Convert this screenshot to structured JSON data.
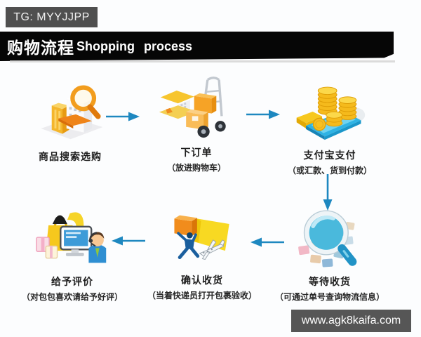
{
  "colors": {
    "page_bg": "#fcfdfe",
    "tg_banner_bg": "#4f4f4f",
    "title_bar_bg": "#060606",
    "site_banner_bg": "#565656",
    "arrow_color": "#1e88c0",
    "label_color": "#1d1d1d",
    "icon_orange": "#f0861c",
    "icon_gold": "#f5b91c",
    "icon_blue": "#2fb3e4"
  },
  "tg_banner": {
    "text": "TG: MYYJJPP"
  },
  "title_bar": {
    "title_zh": "购物流程",
    "title_en": "Shopping process"
  },
  "site_banner": {
    "text": "www.agk8kaifa.com"
  },
  "steps": [
    {
      "label": "商品搜索选购",
      "sub": "",
      "icon": "building-search-icon"
    },
    {
      "label": "下订单",
      "sub": "（放进购物车）",
      "icon": "hand-truck-boxes-icon"
    },
    {
      "label": "支付宝支付",
      "sub": "（或汇款、货到付款）",
      "icon": "coins-bankcard-icon"
    },
    {
      "label": "等待收货",
      "sub": "（可通过单号查询物流信息）",
      "icon": "logistics-magnifier-icon"
    },
    {
      "label": "确认收货",
      "sub": "（当着快递员打开包裹验收）",
      "icon": "courier-unbox-plane-icon"
    },
    {
      "label": "给予评价",
      "sub": "（对包包喜欢请给予好评）",
      "icon": "review-computer-agent-icon"
    }
  ],
  "flow": {
    "sequence": [
      "商品搜索选购",
      "下订单",
      "支付宝支付",
      "等待收货",
      "确认收货",
      "给予评价"
    ],
    "arrow_directions": [
      "right",
      "right",
      "down",
      "left",
      "left"
    ]
  }
}
